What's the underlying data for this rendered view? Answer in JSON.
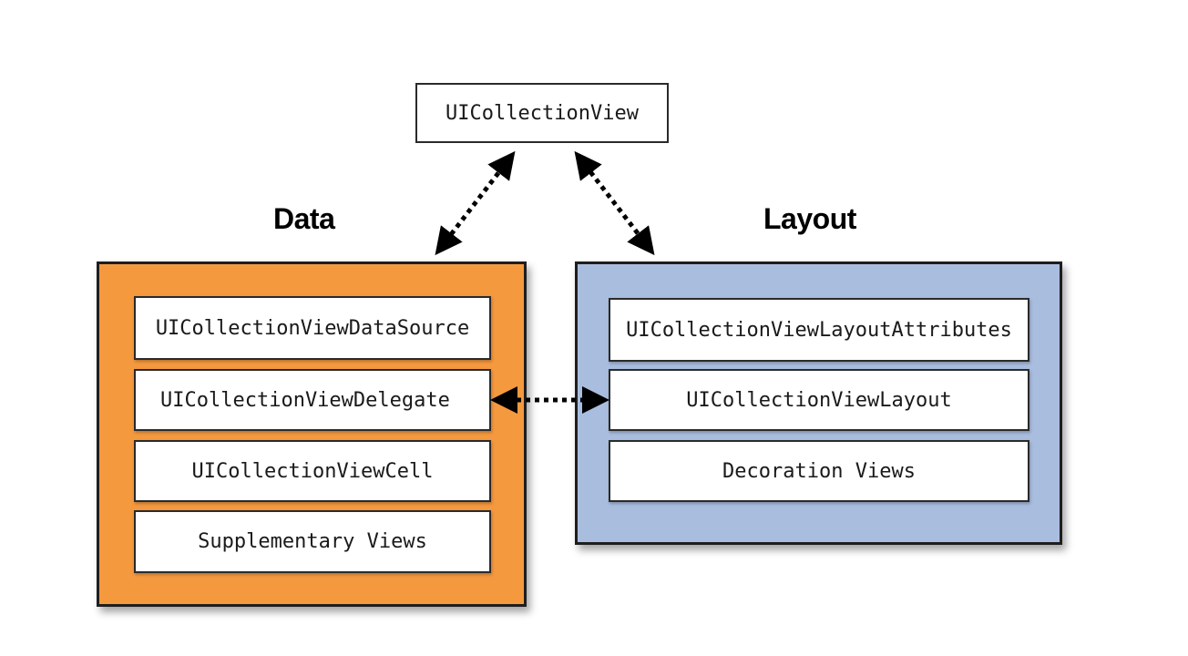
{
  "top": {
    "label": "UICollectionView"
  },
  "data_section": {
    "title": "Data",
    "items": [
      "UICollectionViewDataSource",
      "UICollectionViewDelegate",
      "UICollectionViewCell",
      "Supplementary Views"
    ]
  },
  "layout_section": {
    "title": "Layout",
    "items": [
      "UICollectionViewLayoutAttributes",
      "UICollectionViewLayout",
      "Decoration Views"
    ]
  },
  "colors": {
    "data_fill": "#F5993F",
    "layout_fill": "#A9BDDF",
    "stroke": "#1E1E1E"
  }
}
